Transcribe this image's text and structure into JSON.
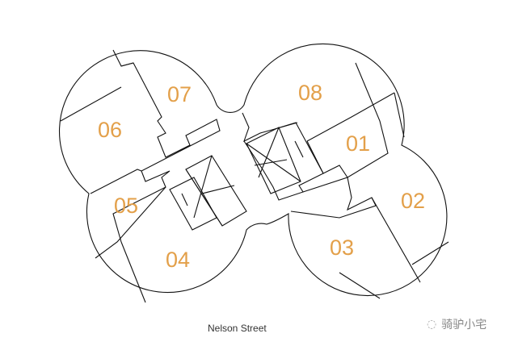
{
  "units": [
    "01",
    "02",
    "03",
    "04",
    "05",
    "06",
    "07",
    "08"
  ],
  "street_label": "Nelson Street",
  "watermark": "骑驴小宅",
  "colors": {
    "unit_label": "#e3a04a",
    "lines": "#111111"
  }
}
